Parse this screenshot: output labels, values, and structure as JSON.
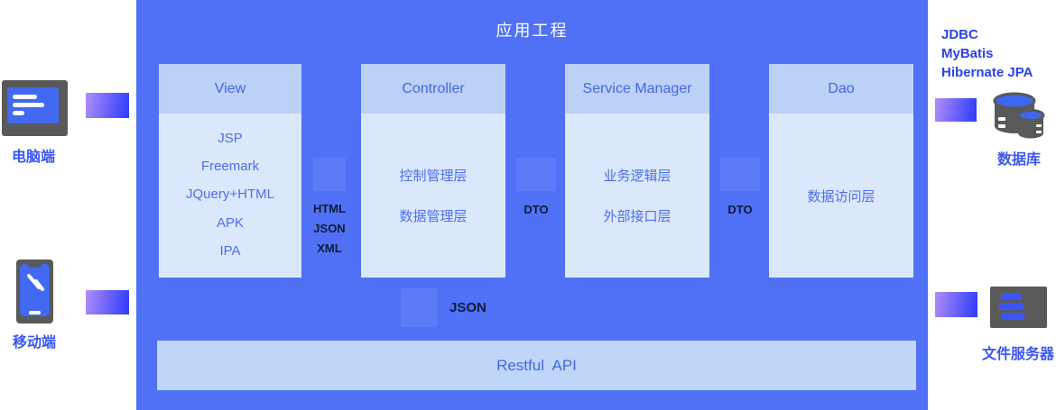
{
  "app": {
    "title": "应用工程"
  },
  "columns": [
    {
      "header": "View",
      "items": [
        "JSP",
        "Freemark",
        "JQuery+HTML",
        "APK",
        "IPA"
      ]
    },
    {
      "header": "Controller",
      "items": [
        "控制管理层",
        "数据管理层"
      ]
    },
    {
      "header": "Service Manager",
      "items": [
        "业务逻辑层",
        "外部接口层"
      ]
    },
    {
      "header": "Dao",
      "items": [
        "数据访问层"
      ]
    }
  ],
  "connectors": {
    "view_controller": [
      "HTML",
      "JSON",
      "XML"
    ],
    "controller_service": "DTO",
    "service_dao": "DTO",
    "restful_json": "JSON"
  },
  "restful_bar": {
    "label": "Restful  API"
  },
  "left_clients": {
    "desktop_label": "电脑端",
    "mobile_label": "移动端"
  },
  "right_side": {
    "orm_line1": "JDBC",
    "orm_line2": "MyBatis",
    "orm_line3": "Hibernate JPA",
    "database_label": "数据库",
    "file_server_label": "文件服务器"
  },
  "colors": {
    "container_bg": "#5071f6",
    "column_header_bg": "#bcd1f6",
    "column_body_bg": "#dbe8fb",
    "connector_rect_bg": "#5d7bf8",
    "restful_bar_bg": "#c0d6f9",
    "accent_text": "#4466e3",
    "dark_label": "#0f1b33",
    "blue_label": "#3a56fb",
    "arrow_gradient_start": "#b18dfa",
    "arrow_gradient_end": "#2b3bfb",
    "icon_gray": "#595959"
  }
}
